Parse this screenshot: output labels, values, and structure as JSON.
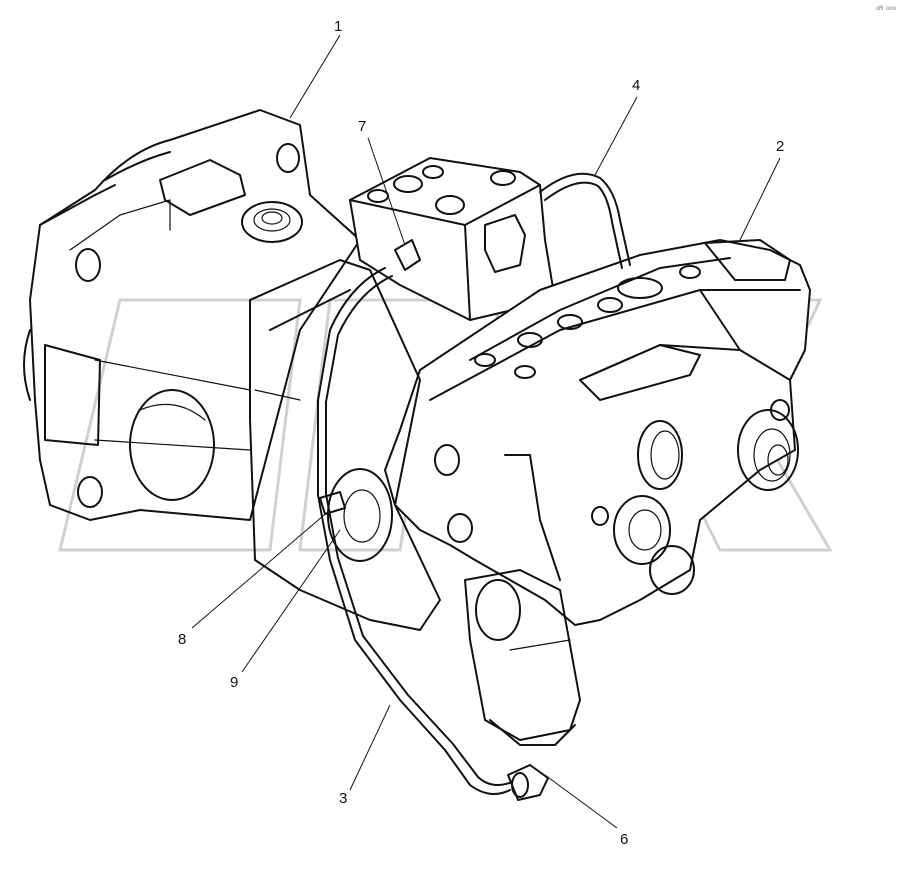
{
  "callouts": [
    {
      "number": "1"
    },
    {
      "number": "2"
    },
    {
      "number": "3"
    },
    {
      "number": "4"
    },
    {
      "number": "6"
    },
    {
      "number": "7"
    },
    {
      "number": "8"
    },
    {
      "number": "9"
    }
  ],
  "corner_mark": "ᵒᴿ ᵒᵒᵒ"
}
